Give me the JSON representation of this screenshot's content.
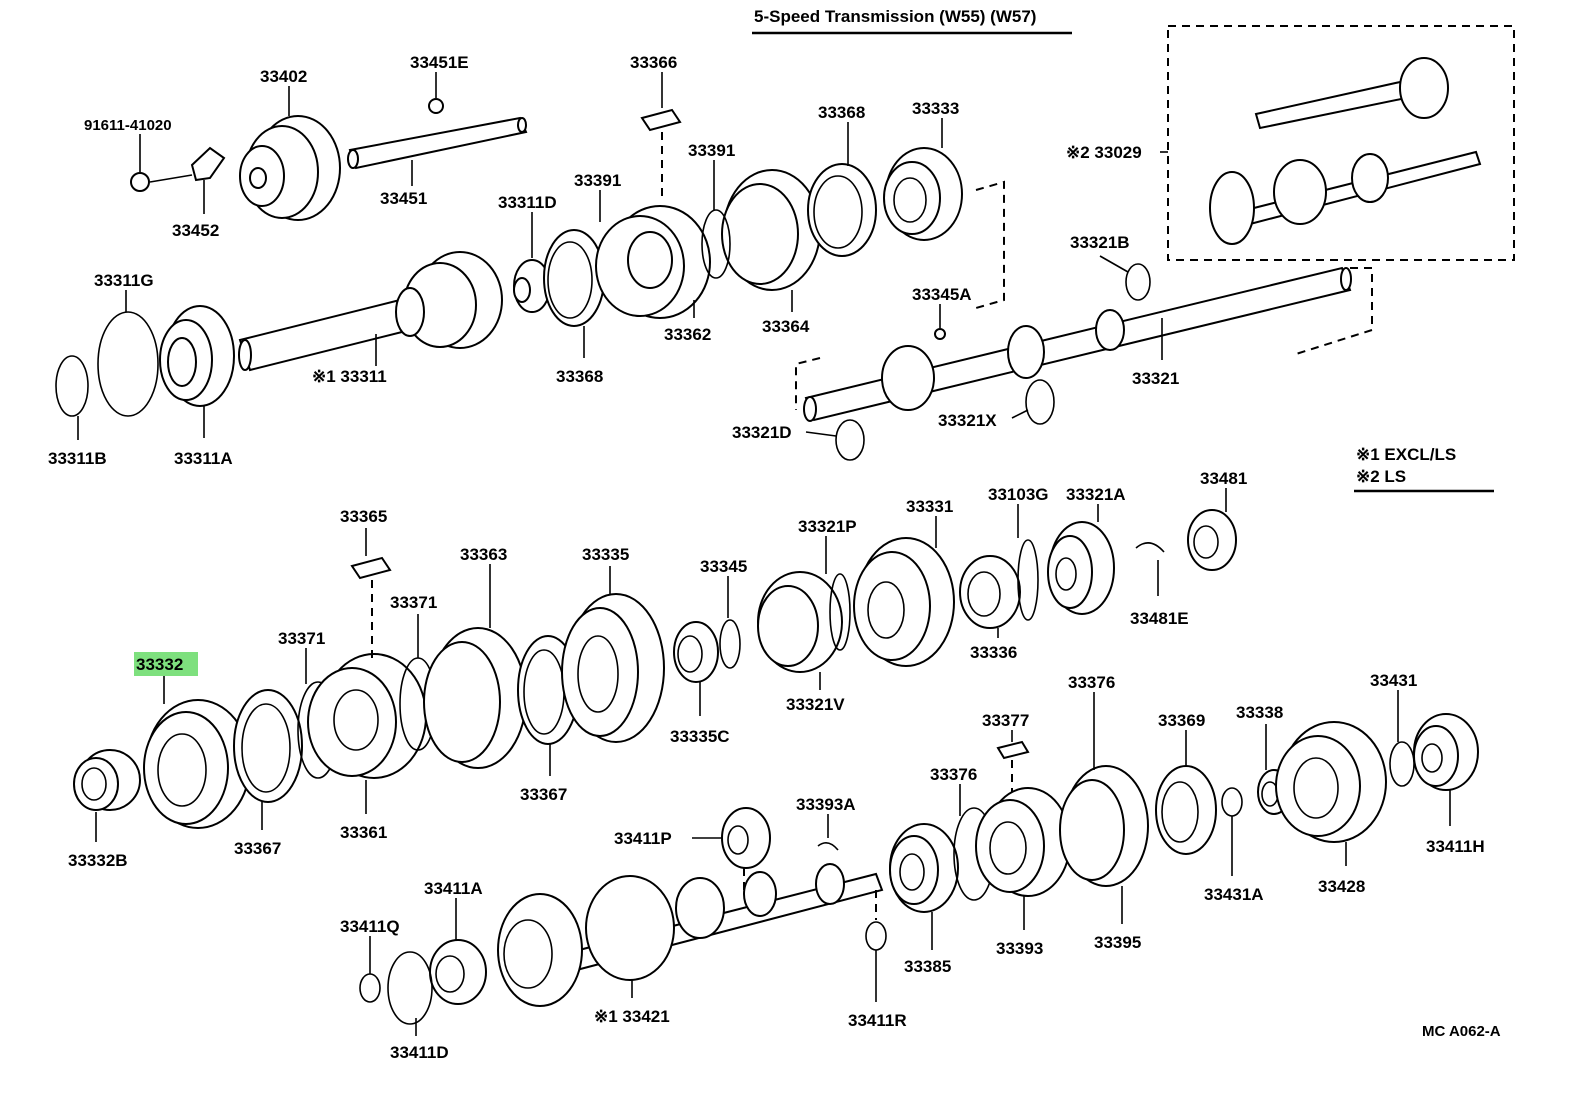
{
  "title": "5-Speed Transmission (W55) (W57)",
  "legend": {
    "line1": "※1 EXCL/LS",
    "line2": "※2 LS"
  },
  "code": "MC  A062-A",
  "highlight_color": "#7ee07e",
  "parts": {
    "p33402": "33402",
    "p33451E": "33451E",
    "p33366": "33366",
    "p91611": "91611-41020",
    "p33452": "33452",
    "p33451": "33451",
    "p33368a": "33368",
    "p33333": "33333",
    "p33029": "※2 33029",
    "p33391a": "33391",
    "p33391b": "33391",
    "p33311D": "33311D",
    "p33311G": "33311G",
    "p33321B": "33321B",
    "p33345A": "33345A",
    "p33362": "33362",
    "p33364": "33364",
    "p33311": "※1 33311",
    "p33368b": "33368",
    "p33321": "33321",
    "p33311B": "33311B",
    "p33311A": "33311A",
    "p33321D": "33321D",
    "p33321X": "33321X",
    "p33365": "33365",
    "p33363": "33363",
    "p33335": "33335",
    "p33345": "33345",
    "p33321P": "33321P",
    "p33331": "33331",
    "p33103G": "33103G",
    "p33321A": "33321A",
    "p33481": "33481",
    "p33481E": "33481E",
    "p33371a": "33371",
    "p33371b": "33371",
    "p33336": "33336",
    "p33332": "33332",
    "p33321V": "33321V",
    "p33335C": "33335C",
    "p33376a": "33376",
    "p33431": "33431",
    "p33377": "33377",
    "p33369": "33369",
    "p33338": "33338",
    "p33376b": "33376",
    "p33367a": "33367",
    "p33393A": "33393A",
    "p33411P": "33411P",
    "p33411H": "33411H",
    "p33361": "33361",
    "p33367b": "33367",
    "p33332B": "33332B",
    "p33428": "33428",
    "p33431A": "33431A",
    "p33411A": "33411A",
    "p33395": "33395",
    "p33393": "33393",
    "p33411Q": "33411Q",
    "p33385": "33385",
    "p33421": "※1 33421",
    "p33411R": "33411R",
    "p33411D": "33411D"
  }
}
